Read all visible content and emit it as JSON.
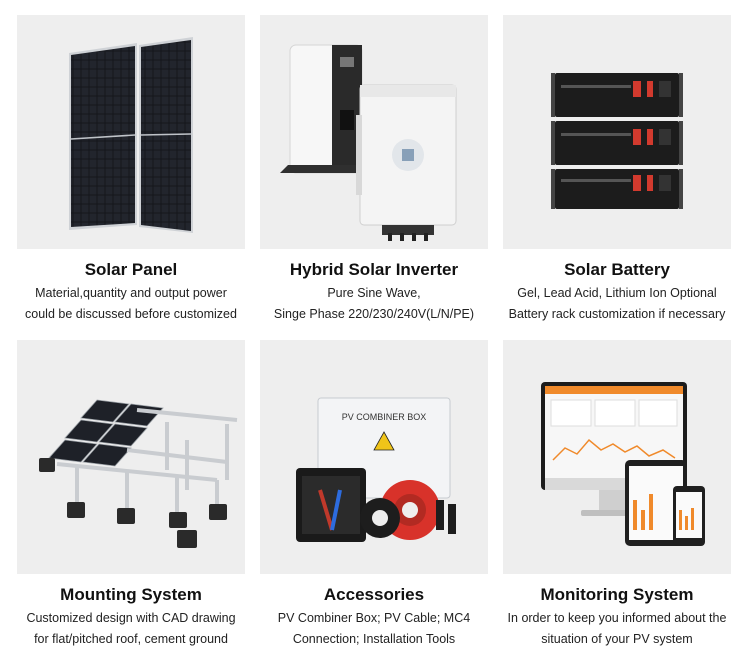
{
  "products": [
    {
      "title": "Solar Panel",
      "lines": [
        "Material,quantity and output power",
        "could be discussed before customized"
      ],
      "icon": "solar-panel-icon"
    },
    {
      "title": "Hybrid Solar Inverter",
      "lines": [
        "Pure Sine Wave,",
        "Singe Phase 220/230/240V(L/N/PE)"
      ],
      "icon": "inverter-icon"
    },
    {
      "title": "Solar Battery",
      "lines": [
        "Gel, Lead Acid, Lithium Ion Optional",
        "Battery rack customization if necessary"
      ],
      "icon": "battery-rack-icon"
    },
    {
      "title": "Mounting System",
      "lines": [
        "Customized design with CAD drawing",
        "for flat/pitched roof, cement ground"
      ],
      "icon": "mounting-system-icon"
    },
    {
      "title": "Accessories",
      "lines": [
        "PV Combiner Box; PV Cable; MC4",
        "Connection; Installation Tools"
      ],
      "icon": "accessories-icon",
      "box_label": "PV COMBINER BOX"
    },
    {
      "title": "Monitoring System",
      "lines": [
        "In order to keep you informed about the",
        "situation of your PV system"
      ],
      "icon": "monitoring-devices-icon"
    }
  ]
}
